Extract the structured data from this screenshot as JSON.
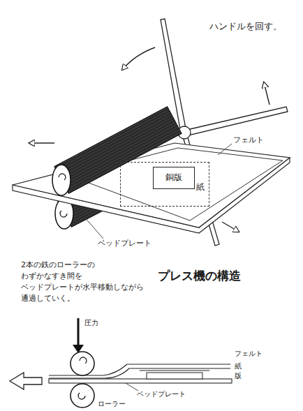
{
  "diagram": {
    "title": "プレス機の構造",
    "nodes": [
      {
        "text": [
          "紙"
        ]
      },
      {
        "text": [
          "銅版"
        ],
        "in": 0
      }
    ],
    "labels": [
      "ハンドルを回す。",
      "フェルト",
      "ベッドプレート",
      "2本の鉄のローラーの わずかなすき間を ベッドプレートが水平移動しながら 通過していく。",
      "圧力",
      "フェルト",
      "紙",
      "版",
      "ベッドプレート",
      "ローラー"
    ]
  }
}
